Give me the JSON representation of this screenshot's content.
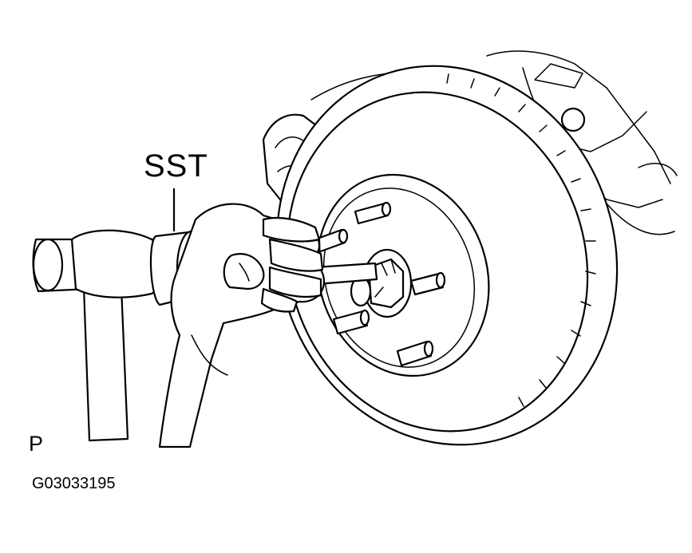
{
  "labels": {
    "sst": "SST",
    "view_letter": "P",
    "figure_code": "G03033195"
  },
  "colors": {
    "line": "#000000",
    "background": "#ffffff"
  }
}
